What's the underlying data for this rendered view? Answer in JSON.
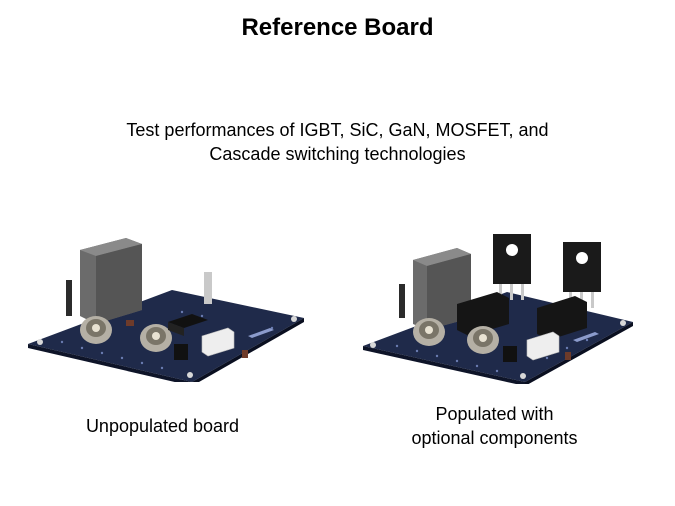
{
  "slide": {
    "title": "Reference Board",
    "subtitle": {
      "line1": "Test performances of IGBT, SiC, GaN, MOSFET, and",
      "line2": "Cascade switching technologies"
    },
    "images": [
      {
        "caption": [
          "Unpopulated  board"
        ]
      },
      {
        "caption": [
          "Populated with",
          "optional components"
        ]
      }
    ]
  }
}
